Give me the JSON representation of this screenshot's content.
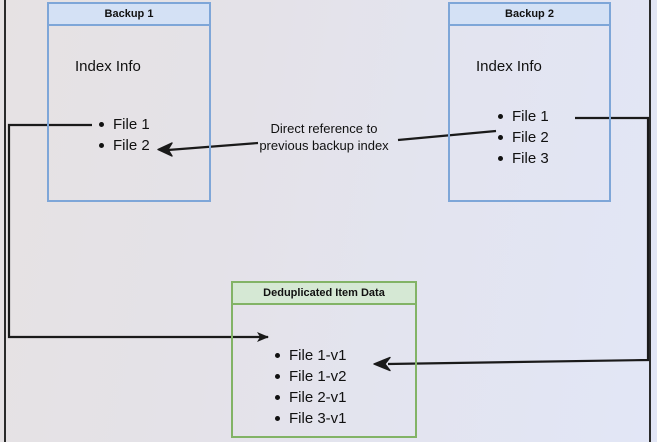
{
  "diagram": {
    "title_caption": {
      "line1": "Direct reference to",
      "line2": "previous backup index"
    },
    "boxes": [
      {
        "id": "backup-1",
        "header": "Backup 1",
        "body_title": "Index Info",
        "items": [
          "File 1",
          "File 2"
        ],
        "border_color": "#7ea6d8",
        "header_fill": "#d4e1f5"
      },
      {
        "id": "backup-2",
        "header": "Backup 2",
        "body_title": "Index Info",
        "items": [
          "File 1",
          "File 2",
          "File 3"
        ],
        "border_color": "#7ea6d8",
        "header_fill": "#d4e1f5"
      },
      {
        "id": "deduplicated-item-data",
        "header": "Deduplicated Item Data",
        "items": [
          "File 1-v1",
          "File 1-v2",
          "File 2-v1",
          "File 3-v1"
        ],
        "border_color": "#82b366",
        "header_fill": "#d5e8d4"
      }
    ],
    "connectors": [
      {
        "id": "backup1-to-dedup",
        "from": "Backup 1 / File 1",
        "to": "Deduplicated Item Data / File 1-v1",
        "color": "#1a1a1a"
      },
      {
        "id": "backup2-to-backup1-index",
        "from": "Backup 2 / File 2",
        "to": "Backup 1 / File 2",
        "color": "#1a1a1a"
      },
      {
        "id": "backup2-to-dedup",
        "from": "Backup 2 / File 1",
        "to": "Deduplicated Item Data / File 1-v2",
        "color": "#1a1a1a"
      }
    ],
    "background": {
      "gradient_from": "#e6e2e3",
      "gradient_to": "#e2e6f6",
      "edge_rule_color": "#2a2a2a"
    }
  }
}
